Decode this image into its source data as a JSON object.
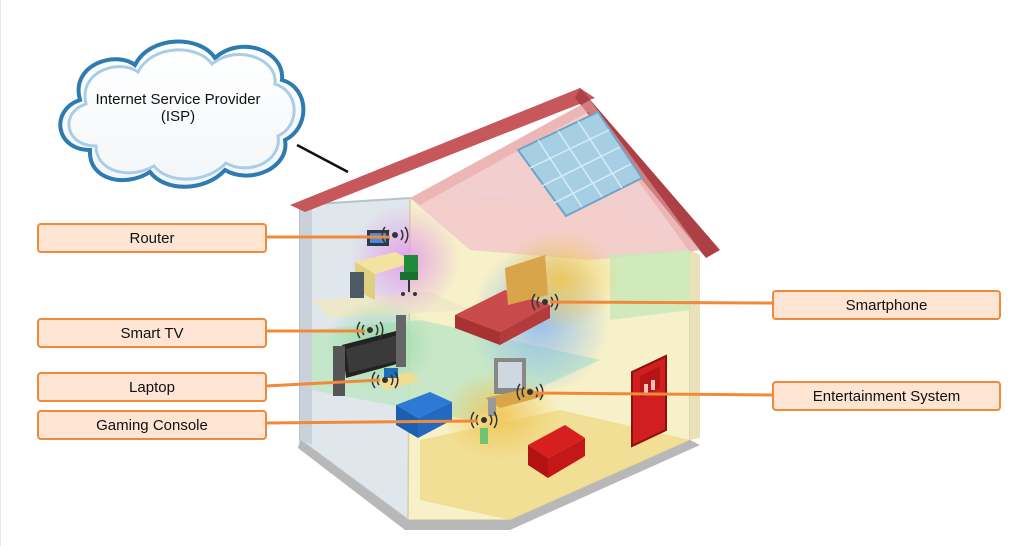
{
  "cloud": {
    "line1": "Internet Service Provider",
    "line2": "(ISP)"
  },
  "labels": {
    "router": "Router",
    "smart_tv": "Smart TV",
    "laptop": "Laptop",
    "gaming_console": "Gaming Console",
    "smartphone": "Smartphone",
    "entertainment_system": "Entertainment System"
  },
  "colors": {
    "callout_fill": "#fde4d3",
    "callout_border": "#f08a3a",
    "roof": "#c6585c",
    "cloud_outline": "#2d7bb0",
    "door": "#d11f1f"
  }
}
